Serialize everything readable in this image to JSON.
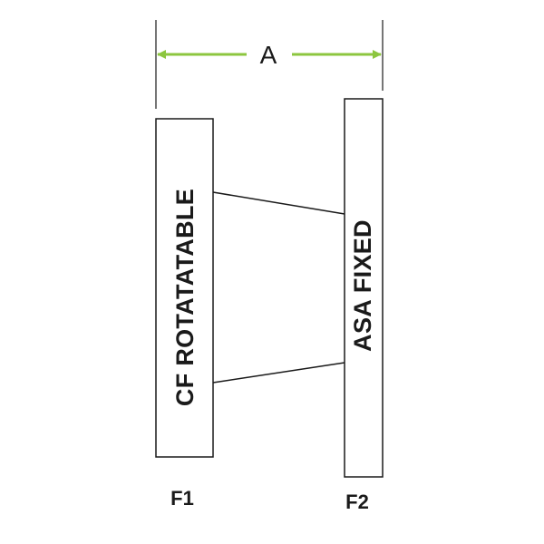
{
  "dimension": {
    "label": "A",
    "arrow_color": "#8cc63f"
  },
  "flanges": {
    "left": {
      "body_text": "CF ROTATATABLE",
      "bottom_label": "F1"
    },
    "right": {
      "body_text": "ASA FIXED",
      "bottom_label": "F2"
    }
  },
  "colors": {
    "line": "#1a1a1a",
    "background": "#ffffff"
  }
}
